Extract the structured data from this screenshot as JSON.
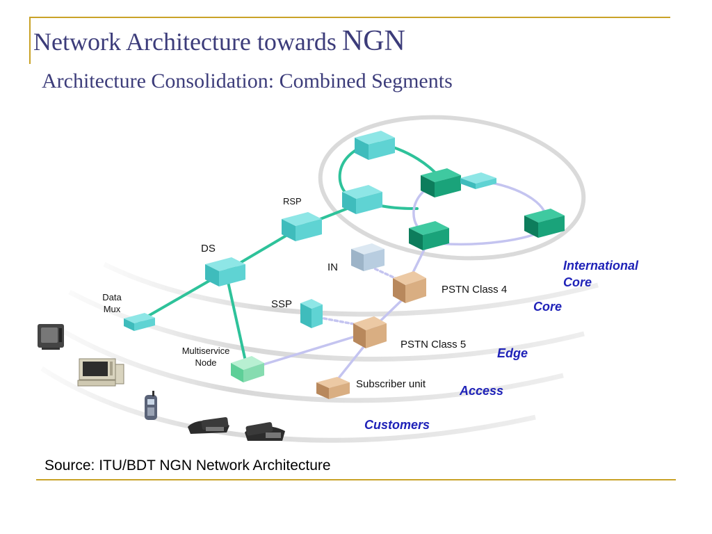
{
  "title": {
    "main": "Network Architecture towards",
    "emphasis": "NGN"
  },
  "subtitle": "Architecture Consolidation: Combined Segments",
  "source": "Source: ITU/BDT NGN Network Architecture",
  "nodes": {
    "rsp": "RSP",
    "ds": "DS",
    "in": "IN",
    "ssp": "SSP",
    "data_mux_1": "Data",
    "data_mux_2": "Mux",
    "multiservice_1": "Multiservice",
    "multiservice_2": "Node",
    "pstn4": "PSTN Class 4",
    "pstn5": "PSTN Class 5",
    "subscriber": "Subscriber unit"
  },
  "segments": {
    "international_1": "International",
    "international_2": "Core",
    "core": "Core",
    "edge": "Edge",
    "access": "Access",
    "customers": "Customers"
  },
  "colors": {
    "rule": "#c9a227",
    "title": "#3c3c7a",
    "segment_label": "#1f22b8",
    "core_link": "#2ec29a",
    "service_link": "#c4c4f0",
    "teal_box": "#5fd3d3",
    "green_box": "#1aa37a",
    "tan_box": "#d9ae82"
  }
}
